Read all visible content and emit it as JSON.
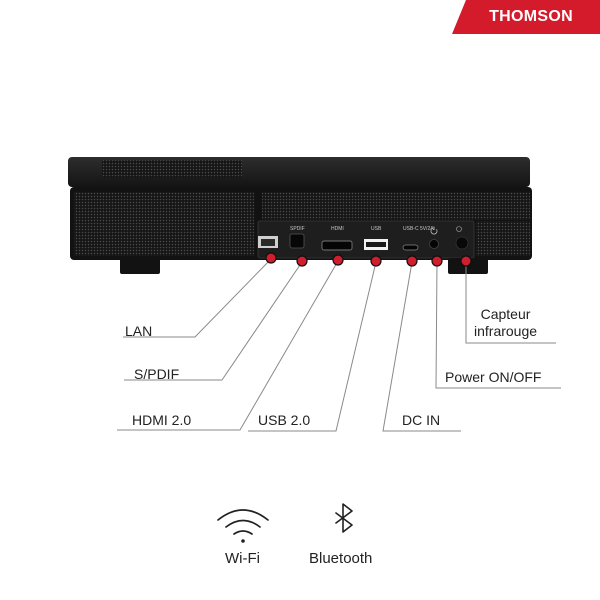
{
  "brand": {
    "name": "THOMSON",
    "color": "#d41b2c"
  },
  "device": {
    "port_labels": [
      "SPDIF",
      "HDMI",
      "USB",
      "USB-C 5V/2A"
    ]
  },
  "callouts": [
    {
      "id": "lan",
      "label": "LAN"
    },
    {
      "id": "spdif",
      "label": "S/PDIF"
    },
    {
      "id": "hdmi",
      "label": "HDMI 2.0"
    },
    {
      "id": "usb",
      "label": "USB 2.0"
    },
    {
      "id": "dcin",
      "label": "DC IN"
    },
    {
      "id": "power",
      "label": "Power ON/OFF"
    },
    {
      "id": "ir",
      "label": "Capteur\ninfrarouge"
    }
  ],
  "connectivity": [
    {
      "icon": "wifi-icon",
      "label": "Wi-Fi"
    },
    {
      "icon": "bluetooth-icon",
      "label": "Bluetooth"
    }
  ],
  "colors": {
    "marker": "#d01e2e",
    "line": "#8a8a8a",
    "body": "#1c1c1c"
  }
}
